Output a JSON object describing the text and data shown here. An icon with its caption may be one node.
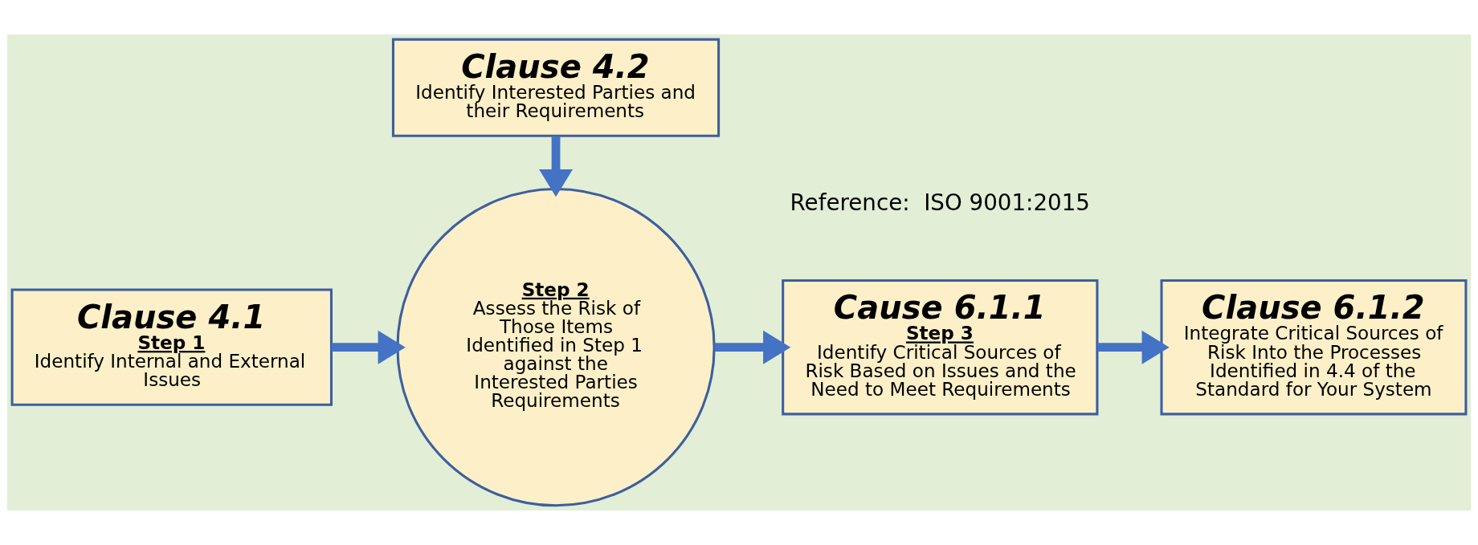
{
  "diagram": {
    "nodes": [
      {
        "text": [
          "Clause 4.2",
          "Identify Interested Parties and their Requirements"
        ]
      },
      {
        "text": [
          "Clause 4.1",
          "Step 1",
          "Identify Internal and External Issues"
        ]
      },
      {
        "text": [
          "Step 2",
          "Assess the Risk of Those Items Identified in Step 1 against the Interested Parties Requirements"
        ]
      },
      {
        "text": [
          "Cause 6.1.1",
          "Step 3",
          "Identify Critical Sources of Risk Based on Issues and the Need to Meet Requirements"
        ]
      },
      {
        "text": [
          "Clause 6.1.2",
          "Integrate Critical Sources of Risk Into the Processes Identified in 4.4 of the Standard for Your System"
        ]
      }
    ],
    "edges": [
      {
        "from": 0,
        "to": 2,
        "arrow": "to"
      },
      {
        "from": 1,
        "to": 2,
        "arrow": "to"
      },
      {
        "from": 2,
        "to": 3,
        "arrow": "to"
      },
      {
        "from": 3,
        "to": 4,
        "arrow": "to"
      }
    ],
    "labels": [
      "Reference:  ISO 9001:2015"
    ]
  }
}
